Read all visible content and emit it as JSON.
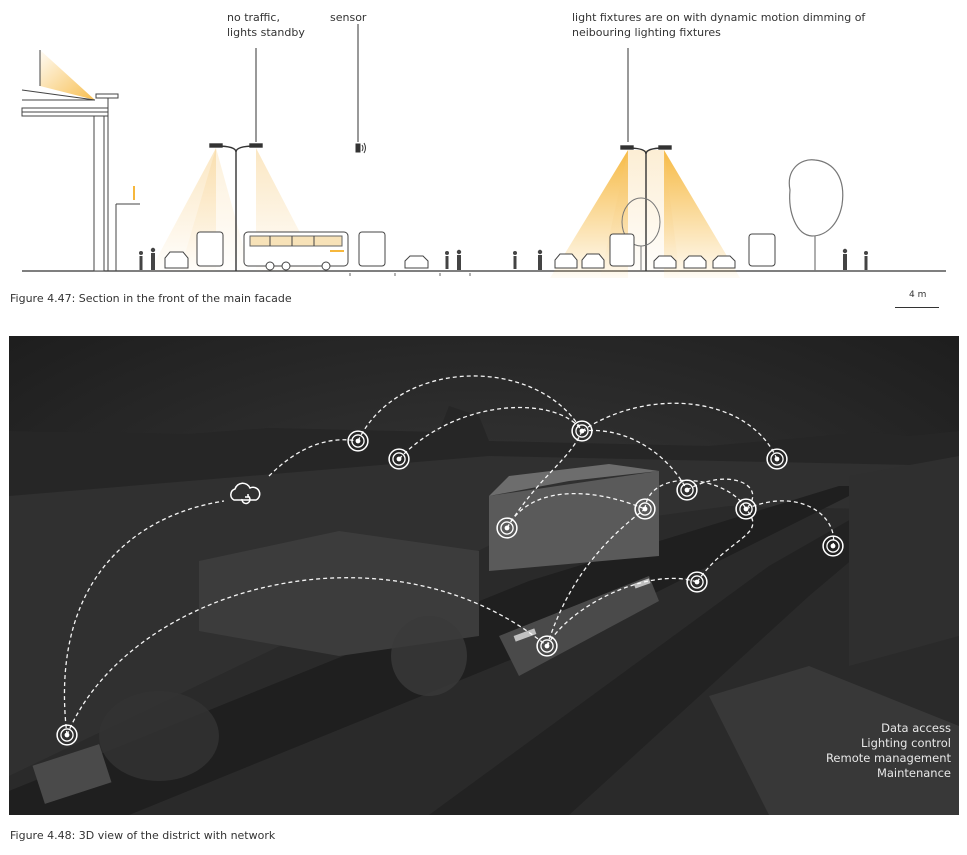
{
  "section": {
    "label_no_traffic": "no traffic,\nlights standby",
    "label_sensor": "sensor",
    "label_fixtures_on": "light fixtures are on with dynamic motion dimming of\nneibouring lighting fixtures",
    "caption": "Figure 4.47: Section in the front of the main facade",
    "scale_label": "4 m"
  },
  "render": {
    "caption": "Figure 4.48: 3D view of the district with network",
    "legend": [
      "Data access",
      "Lighting control",
      "Remote management",
      "Maintenance"
    ]
  },
  "colors": {
    "light_glow": "#f6b73c",
    "line": "#333333",
    "render_bg": "#2b2b2b",
    "network_line": "#ffffff"
  },
  "icons": [
    "street-lamp-icon",
    "sensor-icon",
    "cloud-sync-icon",
    "wireless-node-icon"
  ]
}
